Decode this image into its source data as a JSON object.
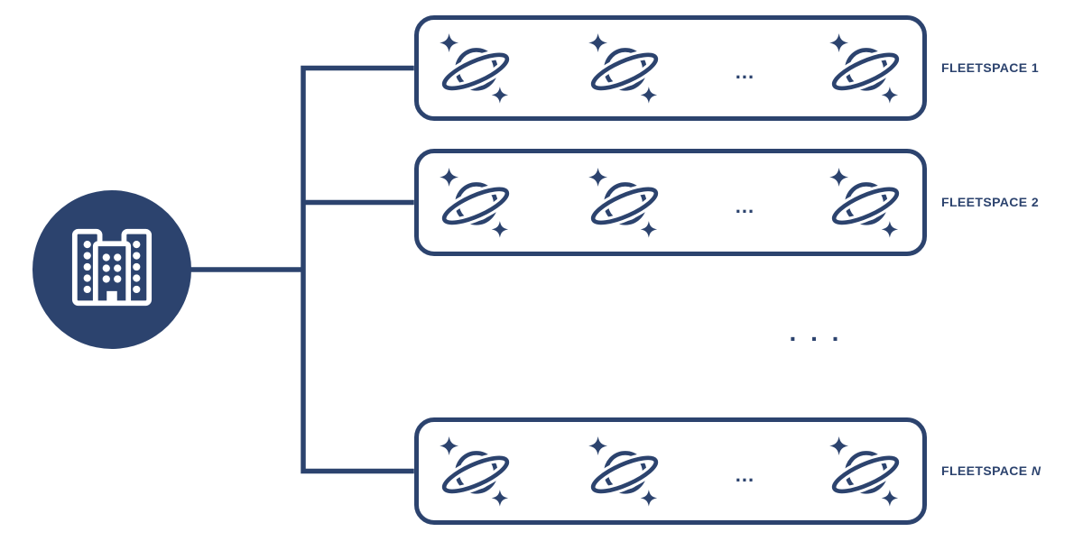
{
  "colors": {
    "navy": "#2c436e",
    "background": "#ffffff"
  },
  "org": {
    "icon": "buildings-icon"
  },
  "fleetspaces": [
    {
      "label_prefix": "FLEETSPACE",
      "label_suffix": "1",
      "satellite_icon": "ringed-planet-icon",
      "satellites_shown": 3,
      "satellites_ellipsis": "..."
    },
    {
      "label_prefix": "FLEETSPACE",
      "label_suffix": "2",
      "satellite_icon": "ringed-planet-icon",
      "satellites_shown": 3,
      "satellites_ellipsis": "..."
    },
    {
      "label_prefix": "FLEETSPACE",
      "label_suffix": "N",
      "satellite_icon": "ringed-planet-icon",
      "satellites_shown": 3,
      "satellites_ellipsis": "..."
    }
  ],
  "more_fleetspaces_ellipsis": ". . ."
}
